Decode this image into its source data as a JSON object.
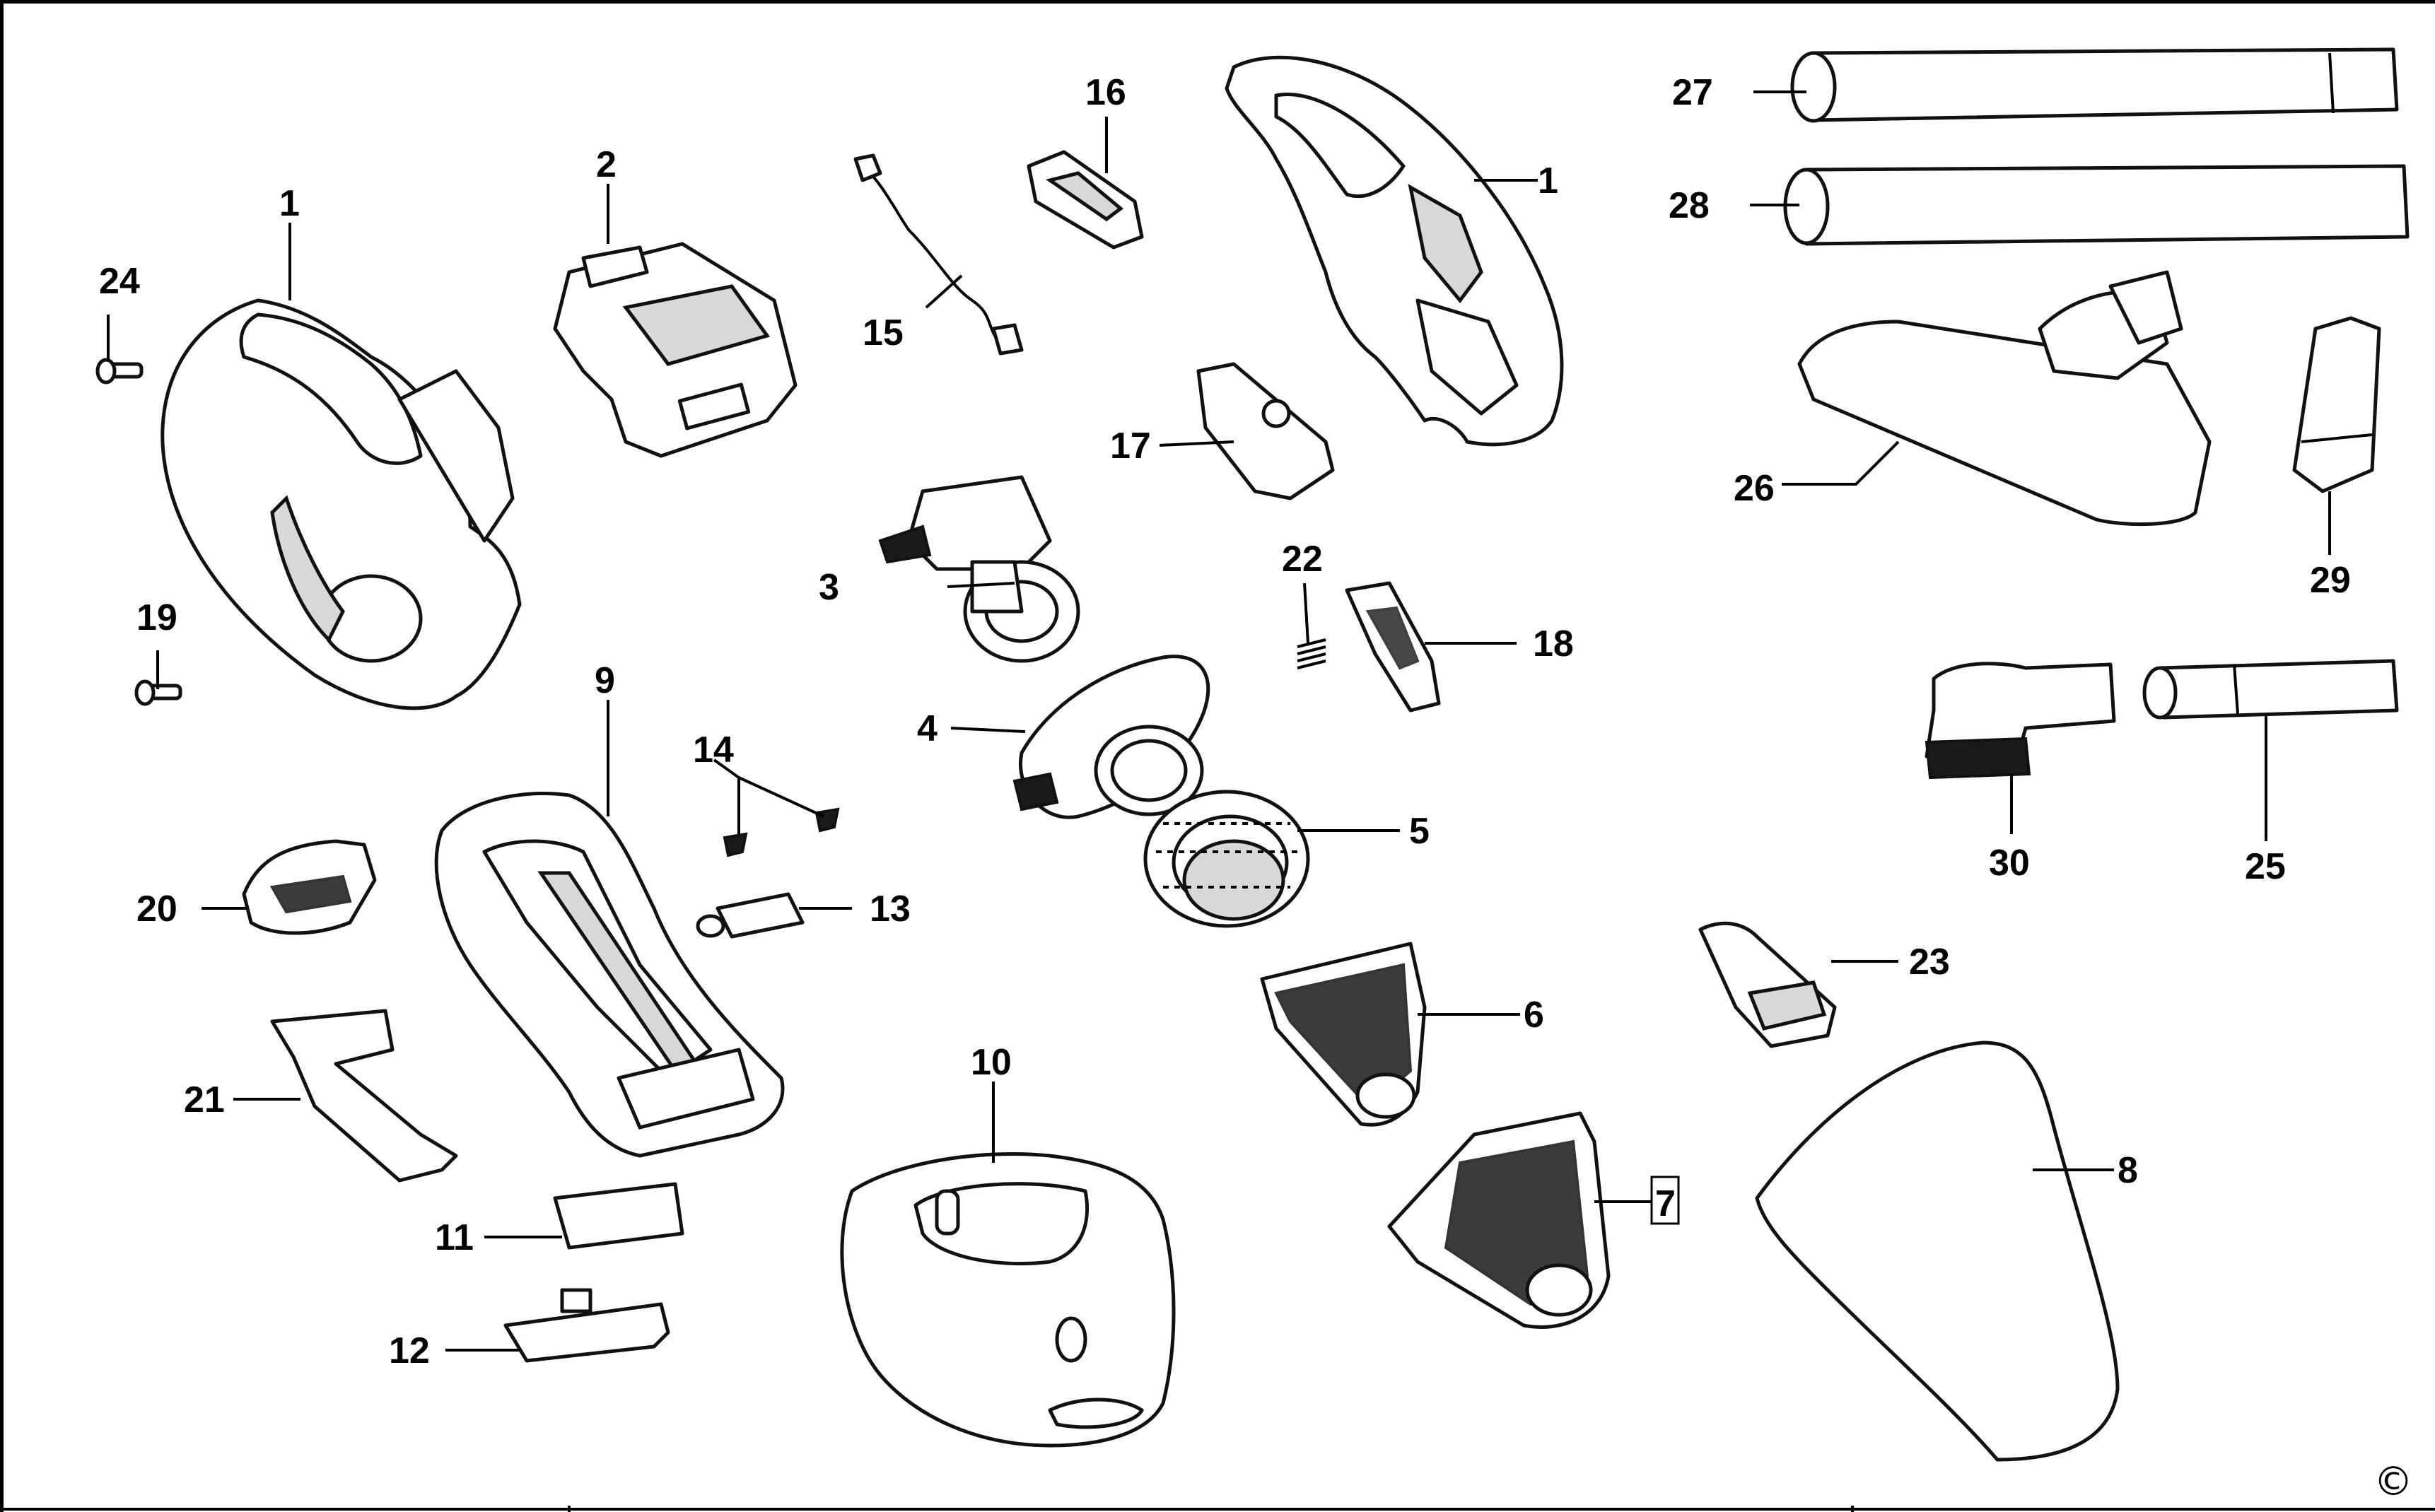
{
  "diagram": {
    "callouts": {
      "c1a": "1",
      "c1b": "1",
      "c2": "2",
      "c3": "3",
      "c4": "4",
      "c5": "5",
      "c6": "6",
      "c7": "7",
      "c8": "8",
      "c9": "9",
      "c10": "10",
      "c11": "11",
      "c12": "12",
      "c13": "13",
      "c14": "14",
      "c15": "15",
      "c16": "16",
      "c17": "17",
      "c18": "18",
      "c19": "19",
      "c20": "20",
      "c21": "21",
      "c22": "22",
      "c23": "23",
      "c24": "24",
      "c25": "25",
      "c26": "26",
      "c27": "27",
      "c28": "28",
      "c29": "29",
      "c30": "30"
    },
    "copyright_mark": "©"
  }
}
